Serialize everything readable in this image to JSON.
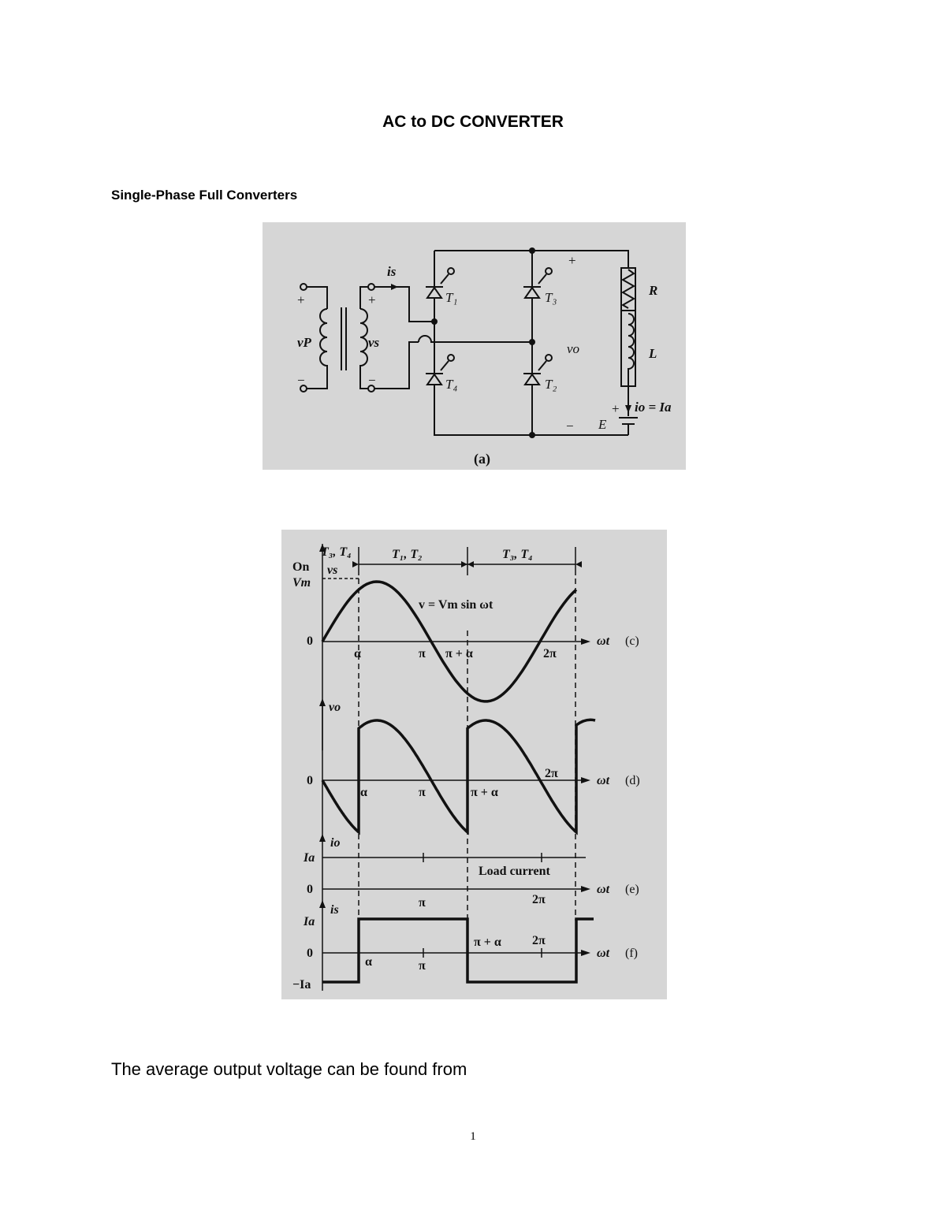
{
  "document": {
    "title": "AC to DC CONVERTER",
    "section_heading": "Single-Phase Full Converters",
    "body_text": "The average output voltage can be found from",
    "page_number": "1"
  },
  "circuit_figure": {
    "caption": "(a)",
    "thyristors": [
      "T₁",
      "T₃",
      "T₄",
      "T₂"
    ],
    "source_labels": {
      "primary_voltage": "vP",
      "secondary_voltage": "vs",
      "source_current": "is",
      "plus": "+",
      "minus": "−"
    },
    "load_labels": {
      "resistor": "R",
      "inductor": "L",
      "output_voltage": "vo",
      "load_current": "io = Ia",
      "battery": "E",
      "plus": "+",
      "minus": "−"
    }
  },
  "waveform_figure": {
    "intervals": [
      "T₃, T₄",
      "T₁, T₂",
      "T₃, T₄"
    ],
    "on_label": "On",
    "vs_label": "vs",
    "vm_label": "Vm",
    "equation": "v = Vm sin ωt",
    "axis_var": "ωt",
    "panels": [
      {
        "id": "(c)",
        "zero": "0",
        "ticks": [
          "α",
          "π",
          "π + α",
          "2π"
        ]
      },
      {
        "id": "(d)",
        "ylabel": "vo",
        "zero": "0",
        "ticks": [
          "α",
          "π",
          "π + α",
          "2π"
        ]
      },
      {
        "id": "(e)",
        "ylabel": "io",
        "level": "Ia",
        "zero": "0",
        "ticks": [
          "π",
          "2π"
        ],
        "annotation": "Load current"
      },
      {
        "id": "(f)",
        "ylabel": "is",
        "level": "Ia",
        "zero": "0",
        "neg_level": "−Ia",
        "ticks": [
          "α",
          "π",
          "π + α",
          "2π"
        ]
      }
    ]
  }
}
